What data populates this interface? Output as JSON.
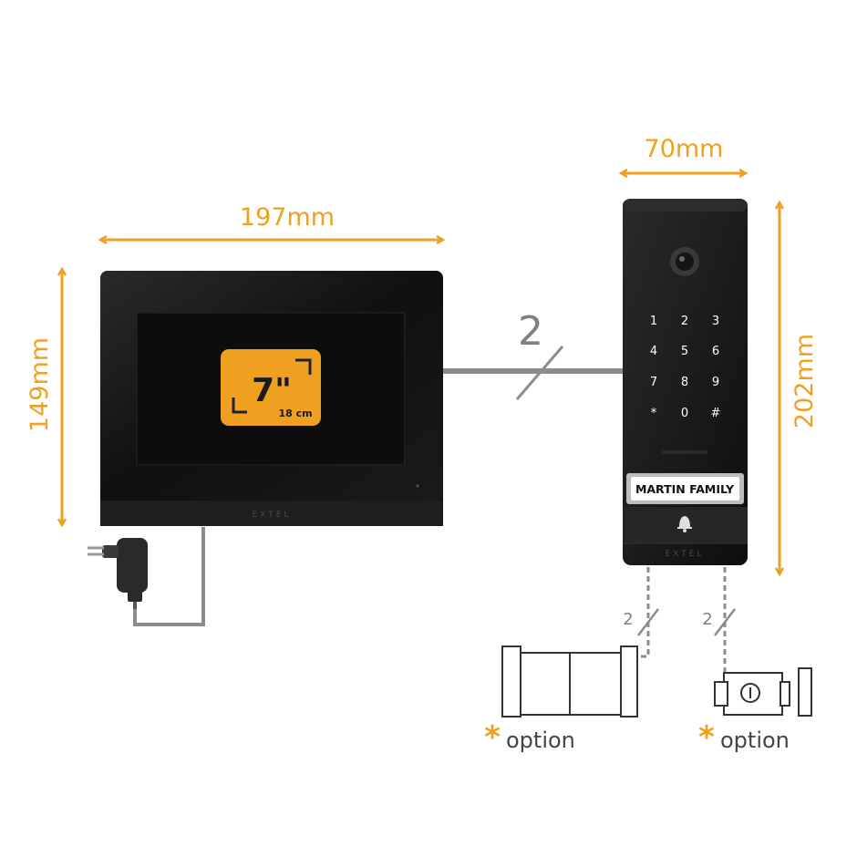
{
  "dimensions": {
    "monitor_width": "197mm",
    "monitor_height": "149mm",
    "panel_width": "70mm",
    "panel_height": "202mm"
  },
  "monitor": {
    "screen_size": "7\"",
    "screen_cm": "18 cm",
    "brand": "EXTEL"
  },
  "wiring": {
    "main_wires": "2",
    "gate_wires": "2",
    "lock_wires": "2"
  },
  "door_panel": {
    "keypad": [
      "1",
      "2",
      "3",
      "4",
      "5",
      "6",
      "7",
      "8",
      "9",
      "*",
      "0",
      "#"
    ],
    "name_tag": "MARTIN FAMILY",
    "brand": "EXTEL",
    "bell_icon": "bell-icon"
  },
  "options": {
    "gate_label": "option",
    "lock_label": "option",
    "asterisk": "*"
  },
  "colors": {
    "accent": "#f0a020",
    "device": "#1c1c1c",
    "wire": "#8c8c8c"
  }
}
